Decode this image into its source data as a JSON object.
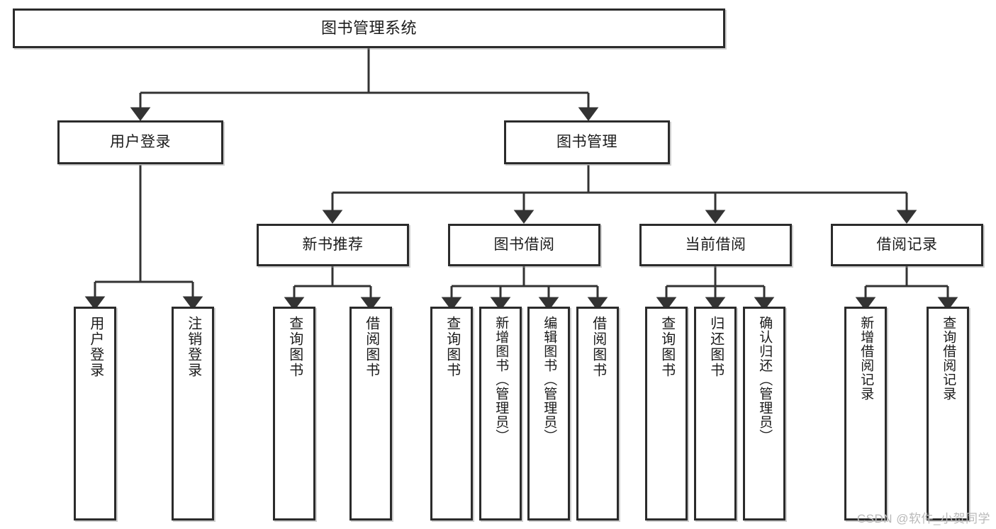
{
  "diagram": {
    "title": "图书管理系统",
    "type": "tree-hierarchy",
    "watermark": "CSDN @软件_小贺同学",
    "colors": {
      "background": "#ffffff",
      "border": "#2b2b2b",
      "text": "#1b1b1b",
      "edge": "#333333",
      "watermark": "#b9b9b9"
    },
    "nodes": {
      "root": {
        "label": "图书管理系统"
      },
      "level2": [
        {
          "id": "user-login",
          "label": "用户登录"
        },
        {
          "id": "book-management",
          "label": "图书管理"
        }
      ],
      "level3": [
        {
          "id": "new-book-recommend",
          "label": "新书推荐"
        },
        {
          "id": "book-borrow",
          "label": "图书借阅"
        },
        {
          "id": "current-borrow",
          "label": "当前借阅"
        },
        {
          "id": "borrow-record",
          "label": "借阅记录"
        }
      ],
      "leaves": {
        "user-login": [
          {
            "id": "login",
            "label": "用户登录"
          },
          {
            "id": "logout",
            "label": "注销登录"
          }
        ],
        "new-book-recommend": [
          {
            "id": "query-book-1",
            "label": "查询图书"
          },
          {
            "id": "borrow-book-1",
            "label": "借阅图书"
          }
        ],
        "book-borrow": [
          {
            "id": "query-book-2",
            "label": "查询图书"
          },
          {
            "id": "add-book",
            "label": "新增图书（管理员）"
          },
          {
            "id": "edit-book",
            "label": "编辑图书（管理员）"
          },
          {
            "id": "borrow-book-2",
            "label": "借阅图书"
          }
        ],
        "current-borrow": [
          {
            "id": "query-book-3",
            "label": "查询图书"
          },
          {
            "id": "return-book",
            "label": "归还图书"
          },
          {
            "id": "confirm-return",
            "label": "确认归还（管理员）"
          }
        ],
        "borrow-record": [
          {
            "id": "add-borrow-record",
            "label": "新增借阅记录"
          },
          {
            "id": "query-borrow-record",
            "label": "查询借阅记录"
          }
        ]
      }
    }
  }
}
